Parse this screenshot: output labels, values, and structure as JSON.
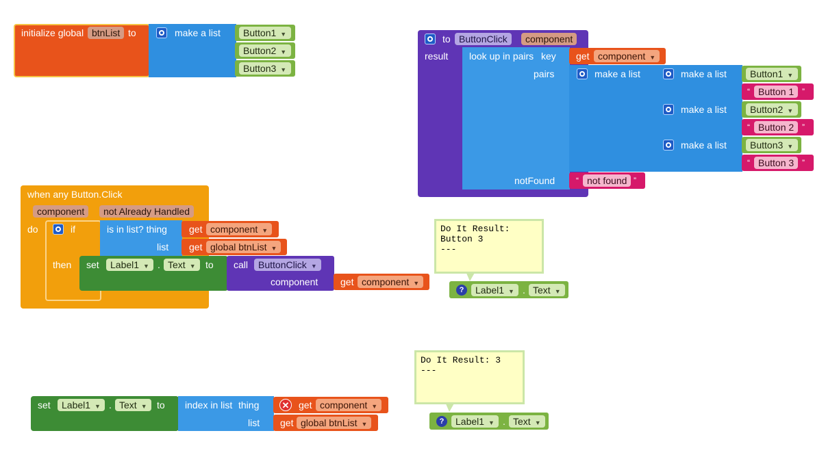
{
  "block_global": {
    "init_label": "initialize global",
    "var_name": "btnList",
    "to_label": "to",
    "make_list_label": "make a list",
    "items": [
      "Button1",
      "Button2",
      "Button3"
    ]
  },
  "block_procedure": {
    "to_label": "to",
    "proc_name": "ButtonClick",
    "param": "component",
    "result_label": "result",
    "lookup_label": "look up in pairs",
    "key_label": "key",
    "get_label": "get",
    "key_var": "component",
    "pairs_label": "pairs",
    "make_list_label": "make a list",
    "pairs": [
      {
        "button": "Button1",
        "text": "Button 1"
      },
      {
        "button": "Button2",
        "text": "Button 2"
      },
      {
        "button": "Button3",
        "text": "Button 3"
      }
    ],
    "not_found_label": "notFound",
    "not_found_value": "not found"
  },
  "block_event": {
    "when_label": "when any Button.Click",
    "param1": "component",
    "param2": "not Already Handled",
    "do_label": "do",
    "if_label": "if",
    "is_in_list_label": "is in list? thing",
    "get_label": "get",
    "thing_var": "component",
    "list_label": "list",
    "list_var": "global btnList",
    "then_label": "then",
    "set_label": "set",
    "component_name": "Label1",
    "property": "Text",
    "to_label": "to",
    "call_label": "call",
    "proc_name": "ButtonClick",
    "component_arg_label": "component",
    "arg_var": "component"
  },
  "comment1": {
    "text": "Do It Result:\nButton 3\n---"
  },
  "getter1": {
    "component_name": "Label1",
    "property": "Text"
  },
  "block_set2": {
    "set_label": "set",
    "component_name": "Label1",
    "property": "Text",
    "to_label": "to",
    "index_label": "index in list",
    "thing_label": "thing",
    "get_label": "get",
    "thing_var": "component",
    "list_label": "list",
    "list_var": "global btnList"
  },
  "comment2": {
    "text": "Do It Result: 3\n---"
  },
  "getter2": {
    "component_name": "Label1",
    "property": "Text"
  }
}
